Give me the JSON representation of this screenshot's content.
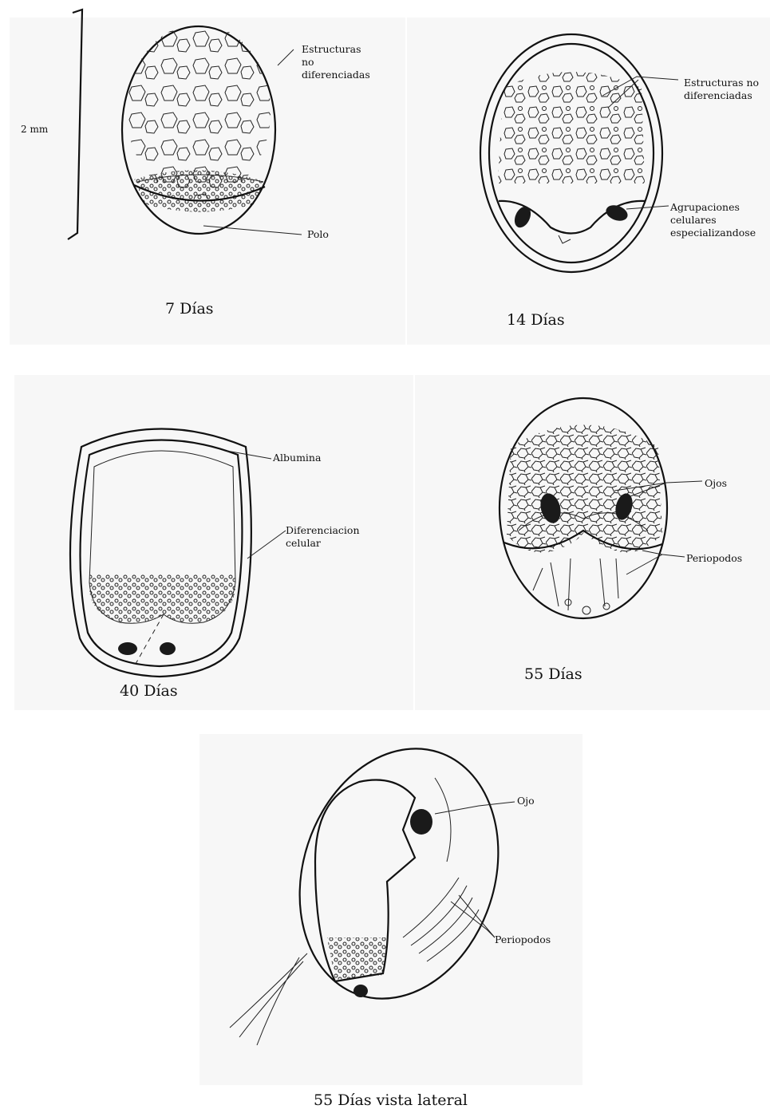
{
  "figure": {
    "scale_bar": {
      "label": "2 mm"
    },
    "panels": [
      {
        "id": "day7",
        "caption": "7 Días",
        "labels": {
          "structures": "Estructuras\nno\ndiferenciadas",
          "pole": "Polo"
        }
      },
      {
        "id": "day14",
        "caption": "14 Días",
        "labels": {
          "structures": "Estructuras no\ndiferenciadas",
          "cell_groups": "Agrupaciones\ncelulares\nespecializandose"
        }
      },
      {
        "id": "day40",
        "caption": "40 Días",
        "labels": {
          "albumin": "Albumina",
          "differentiation": "Diferenciacion\ncelular"
        }
      },
      {
        "id": "day55",
        "caption": "55 Días",
        "labels": {
          "eyes": "Ojos",
          "pereiopods": "Periopodos"
        }
      },
      {
        "id": "day55lat",
        "caption": "55 Días vista lateral",
        "labels": {
          "eye": "Ojo",
          "pereiopods": "Periopodos"
        }
      }
    ]
  }
}
